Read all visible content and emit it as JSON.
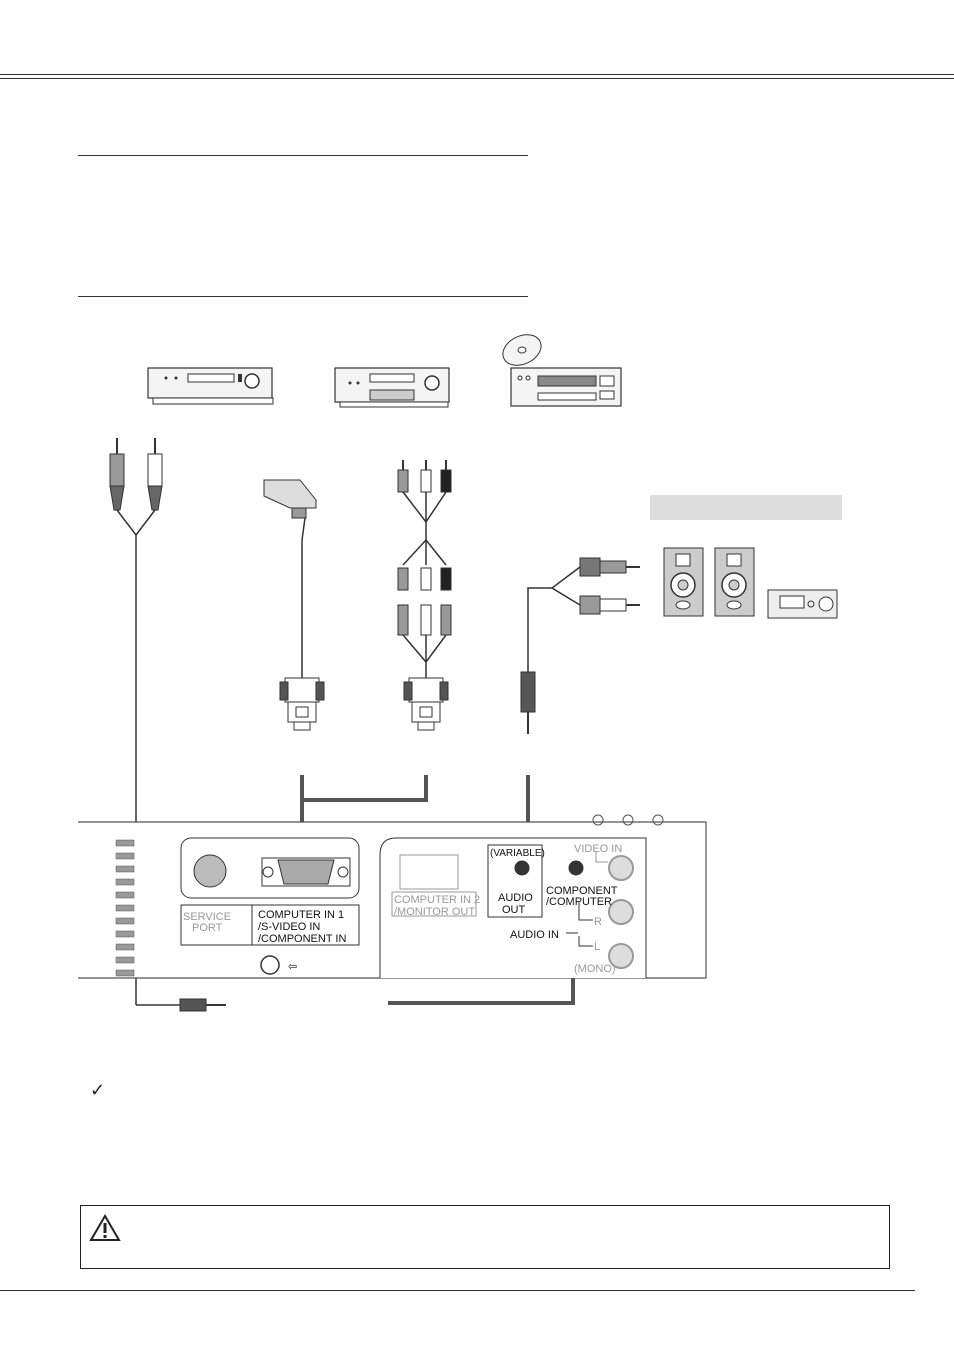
{
  "rear_panel": {
    "service_port": "SERVICE\nPORT",
    "computer_in_1": "COMPUTER  IN 1",
    "s_video_in": "/S-VIDEO  IN",
    "component_in": "/COMPONENT  IN",
    "computer_in_2": "COMPUTER IN 2",
    "monitor_out": "/MONITOR OUT",
    "variable": "(VARIABLE)",
    "audio_out_1": "AUDIO",
    "audio_out_2": "OUT",
    "component_computer_1": "COMPONENT",
    "component_computer_2": "/COMPUTER",
    "audio_in": "AUDIO  IN",
    "video_in": "VIDEO  IN",
    "r": "R",
    "l": "L",
    "mono": "(MONO)"
  },
  "check_mark": "✓",
  "colors": {
    "arrow": "#555555",
    "graybar": "#dddddd",
    "line": "#333333"
  },
  "icons": [
    "vcr-icon",
    "scart-deck-icon",
    "cd-player-icon",
    "speaker-icon",
    "amplifier-icon",
    "warning-triangle-icon"
  ]
}
